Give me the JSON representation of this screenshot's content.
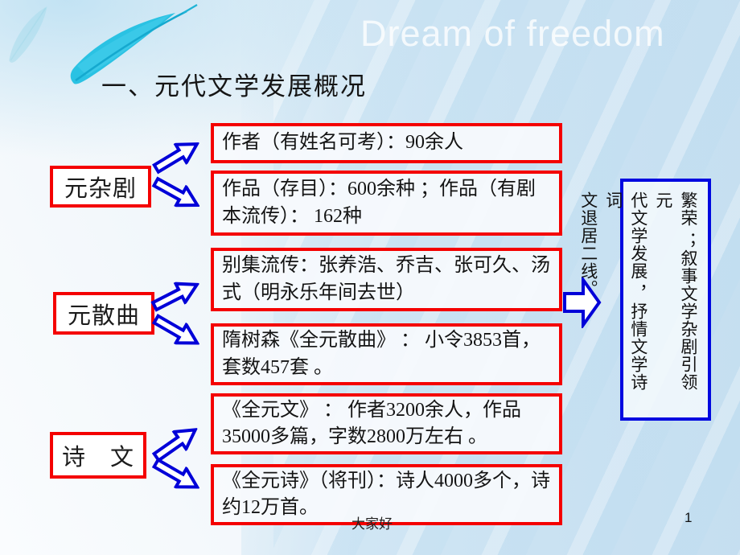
{
  "watermark": "Dream of freedom",
  "title": "一、元代文学发展概况",
  "categories": [
    {
      "label": "元杂剧"
    },
    {
      "label": "元散曲"
    },
    {
      "label": "诗　文"
    }
  ],
  "boxes": [
    {
      "text": "作者（有姓名可考）：90余人"
    },
    {
      "text": "作品（存目）：600余种 ；作品（有剧本流传）： 162种"
    },
    {
      "text": "别集流传：张养浩、乔吉、张可久、汤式（明永乐年间去世）"
    },
    {
      "text": "隋树森《全元散曲》 ： 小令3853首，套数457套 。"
    },
    {
      "text": "《全元文》 ： 作者3200余人，作品35000多篇，字数2800万左右 。"
    },
    {
      "text": "《全元诗》（将刊）：诗人4000多个，诗约12万首。"
    }
  ],
  "conclusion": {
    "lines": [
      "繁荣 ；叙事文学杂剧引领元",
      "代文学发展 ，抒情文学诗词",
      "文退居二线。"
    ]
  },
  "footer": {
    "text": "大家好",
    "page_number": "1"
  },
  "colors": {
    "box_border_red": "#f40000",
    "arrow_blue": "#0000d8",
    "conclusion_border_blue": "#0008e0",
    "feather_teal": "#29c3e4",
    "background_blue": "#cde4f2",
    "watermark_white": "#ffffff"
  }
}
